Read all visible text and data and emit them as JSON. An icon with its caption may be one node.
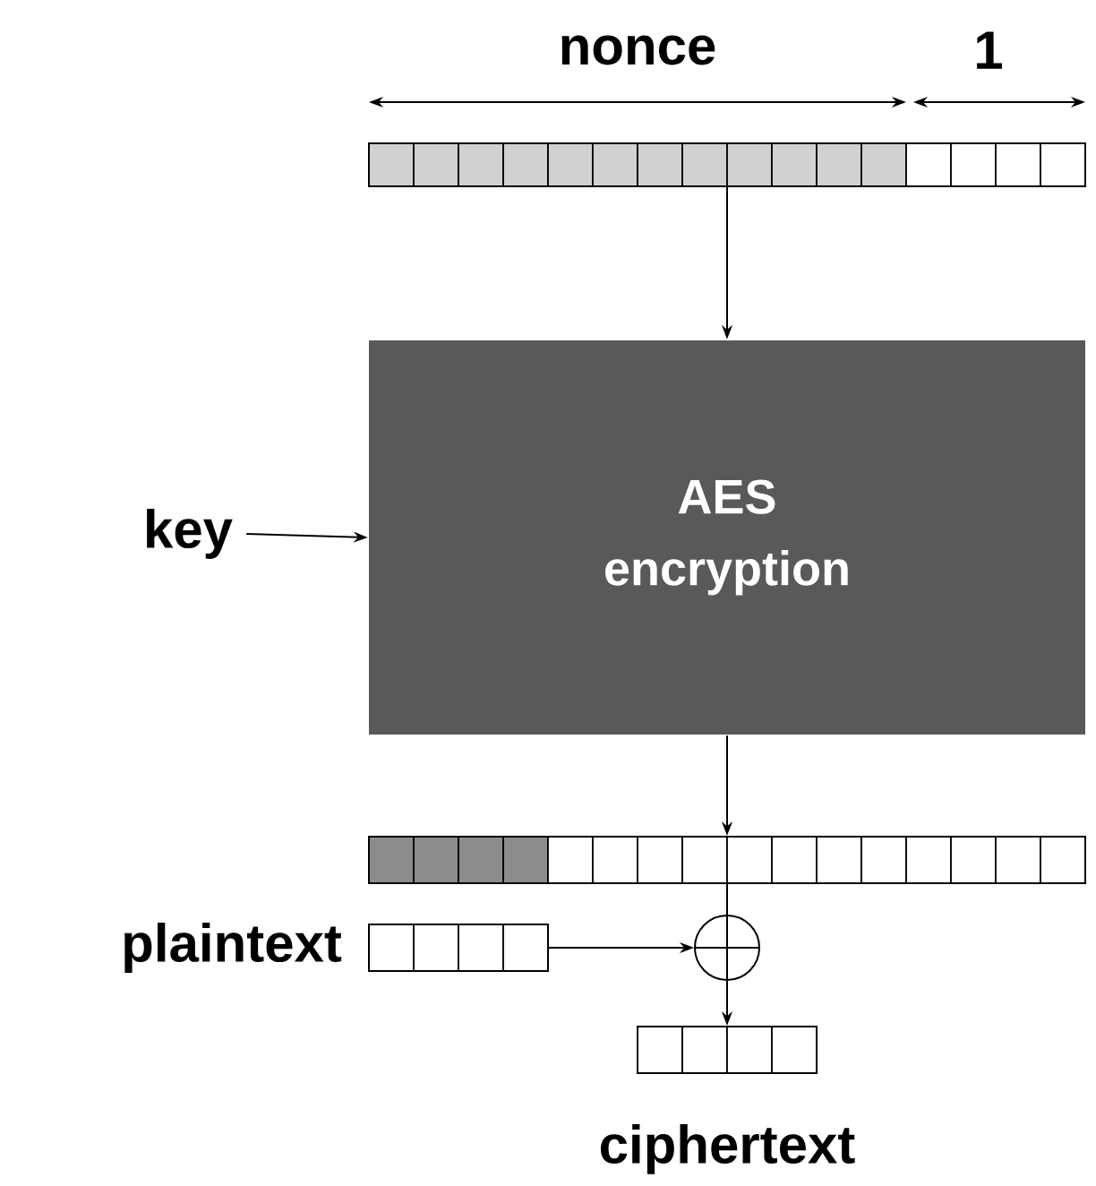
{
  "diagram": {
    "nodes": [
      {
        "text": [],
        "shape": "bar"
      },
      {
        "text": [
          "AES encryption"
        ]
      },
      {
        "text": [
          "key"
        ]
      },
      {
        "text": [],
        "shape": "bar"
      },
      {
        "text": [],
        "shape": "bar",
        "beside": [
          "plaintext"
        ]
      },
      {
        "text": [],
        "shape": "circle"
      },
      {
        "text": [],
        "shape": "bar",
        "beside": [
          "ciphertext"
        ]
      }
    ],
    "edges": [
      {
        "from": 0,
        "to": 1,
        "arrow": "to"
      },
      {
        "from": 2,
        "to": 1,
        "arrow": "to"
      },
      {
        "from": 1,
        "to": 3,
        "arrow": "to"
      },
      {
        "from": 3,
        "to": 5,
        "arrow": "none"
      },
      {
        "from": 4,
        "to": 5,
        "arrow": "to"
      },
      {
        "from": 5,
        "to": 6,
        "arrow": "to"
      }
    ],
    "labels": [
      "nonce",
      "1"
    ]
  }
}
